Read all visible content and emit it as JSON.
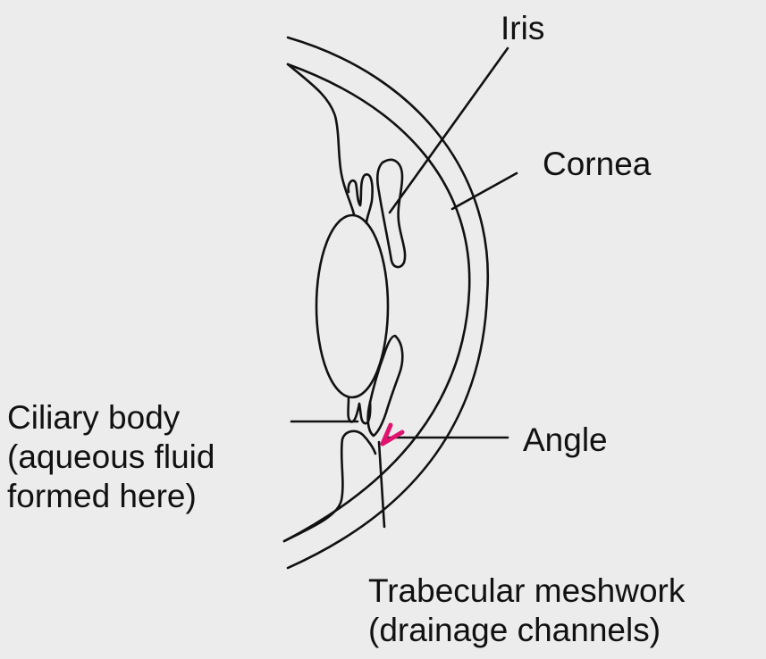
{
  "labels": {
    "iris": "Iris",
    "cornea": "Cornea",
    "angle": "Angle",
    "ciliary_body": {
      "line1": "Ciliary body",
      "line2": "(aqueous fluid",
      "line3": "formed here)"
    },
    "trabecular_meshwork": {
      "line1": "Trabecular meshwork",
      "line2": "(drainage channels)"
    }
  },
  "colors": {
    "background": "#ececec",
    "stroke": "#111111",
    "angle_highlight": "#e0136f"
  }
}
